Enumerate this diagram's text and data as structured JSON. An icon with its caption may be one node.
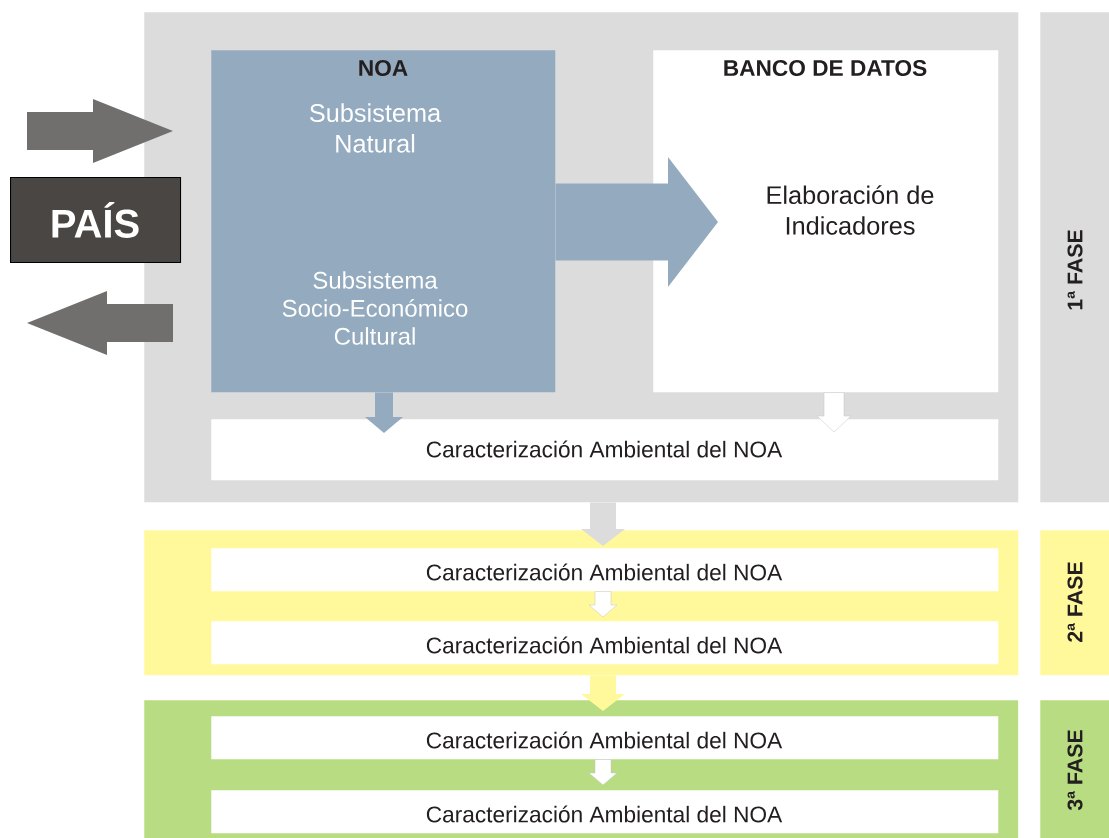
{
  "diagram": {
    "nodes": [
      {
        "text": [],
        "shape": "box"
      },
      {
        "text": [
          "PAÍS"
        ]
      },
      {
        "text": [
          "NOA",
          "Subsistema Natural",
          "Subsistema Socio-Económico Cultural"
        ],
        "in": 0
      },
      {
        "text": [
          "BANCO DE DATOS",
          "Elaboración de Indicadores"
        ],
        "in": 0
      },
      {
        "text": [
          "Caracterización Ambiental del NOA"
        ],
        "in": 0
      },
      {
        "text": [
          "1ª FASE"
        ]
      },
      {
        "text": [],
        "shape": "box"
      },
      {
        "text": [
          "Caracterización Ambiental del NOA"
        ],
        "in": 6
      },
      {
        "text": [
          "Caracterización Ambiental del NOA"
        ],
        "in": 6
      },
      {
        "text": [
          "2ª FASE"
        ]
      },
      {
        "text": [],
        "shape": "box"
      },
      {
        "text": [
          "Caracterización Ambiental del NOA"
        ],
        "in": 10
      },
      {
        "text": [
          "Caracterización Ambiental del NOA"
        ],
        "in": 10
      },
      {
        "text": [
          "3ª FASE"
        ]
      }
    ],
    "edges": [
      {
        "from": 1,
        "to": 0,
        "arrow": "to",
        "color": "#706f6e"
      },
      {
        "from": 0,
        "to": 1,
        "arrow": "to",
        "color": "#706f6e"
      },
      {
        "from": 2,
        "to": 3,
        "arrow": "to",
        "style": "thick",
        "color": "#94abbf"
      },
      {
        "from": 2,
        "to": 4,
        "arrow": "to",
        "color": "#94abbf"
      },
      {
        "from": 3,
        "to": 4,
        "arrow": "to",
        "color": "#ffffff"
      },
      {
        "from": 0,
        "to": 7,
        "arrow": "to",
        "color": "#dcdcdc"
      },
      {
        "from": 7,
        "to": 8,
        "arrow": "to",
        "color": "#ffffff"
      },
      {
        "from": 6,
        "to": 11,
        "arrow": "to",
        "color": "#fff99c"
      },
      {
        "from": 11,
        "to": 12,
        "arrow": "to",
        "color": "#ffffff"
      }
    ]
  }
}
